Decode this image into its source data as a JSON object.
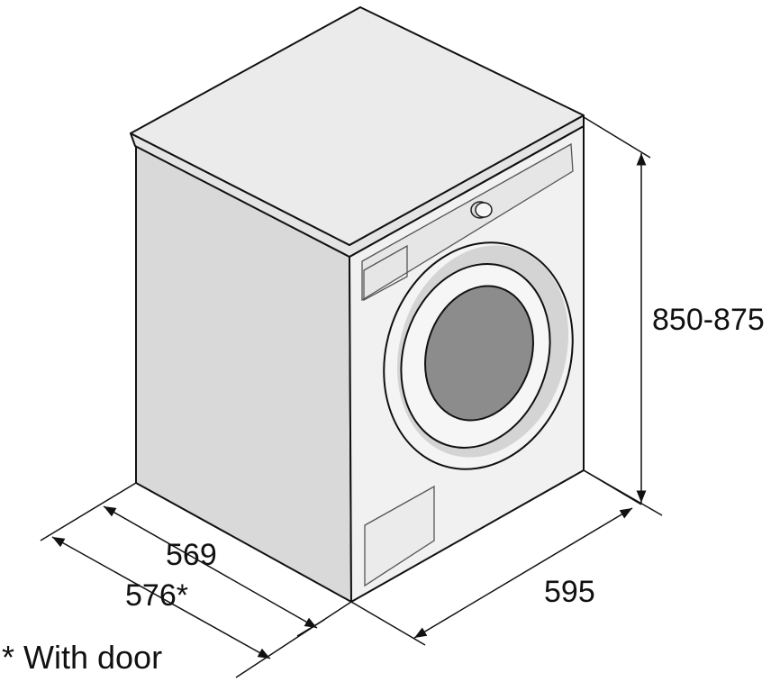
{
  "diagram": {
    "subject": "washing-machine",
    "dimensions": {
      "height": "850-875",
      "width": "595",
      "depth": "569",
      "depth_with_door": "576*"
    },
    "footnote": "* With door"
  },
  "colors": {
    "top": "#ebebeb",
    "side": "#d9d9d9",
    "front": "#f1f1f1",
    "glass": "#8c8c8c",
    "line": "#111111"
  }
}
